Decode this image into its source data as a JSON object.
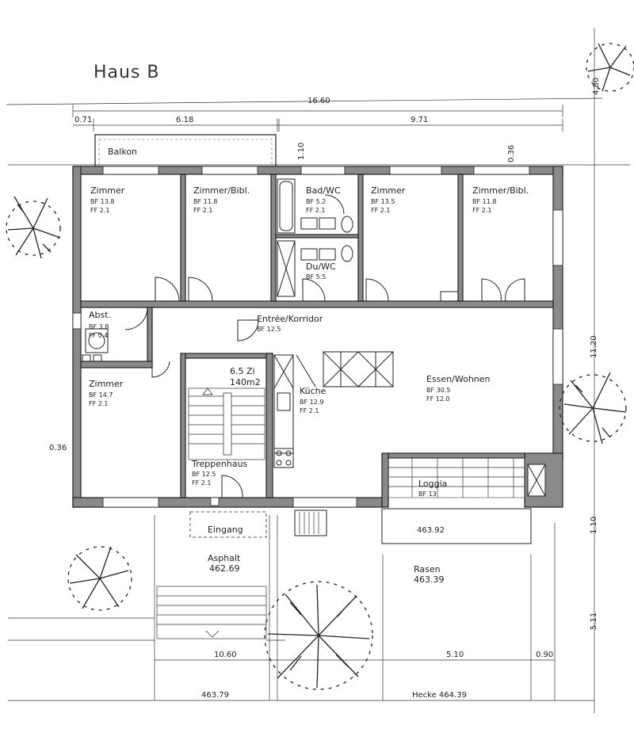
{
  "title": "Haus B",
  "dimensions": {
    "total_width": "16.60",
    "left_offset": "0.71",
    "left_width": "6.18",
    "right_width": "9.71",
    "right_top": "4.80",
    "wall_right": "0.36",
    "balcony_depth": "1.10",
    "right_depth": "11.20",
    "wall_left": "0.36",
    "front_depth": "1.10",
    "yard_depth": "5.11",
    "bottom_left": "10.60",
    "bottom_mid": "5.10",
    "bottom_right": "0.90"
  },
  "rooms": {
    "zimmer1": {
      "name": "Zimmer",
      "bf": "BF 13.8",
      "ff": "FF 2.1"
    },
    "zimmer_bibl1": {
      "name": "Zimmer/Bibl.",
      "bf": "BF 11.8",
      "ff": "FF 2.1"
    },
    "bad": {
      "name": "Bad/WC",
      "bf": "BF 5.2",
      "ff": "FF 2.1"
    },
    "du": {
      "name": "Du/WC",
      "bf": "BF 5.5"
    },
    "zimmer2": {
      "name": "Zimmer",
      "bf": "BF 13.5",
      "ff": "FF 2.1"
    },
    "zimmer_bibl2": {
      "name": "Zimmer/Bibl.",
      "bf": "BF 11.8",
      "ff": "FF 2.1"
    },
    "abst": {
      "name": "Abst.",
      "bf": "BF 3.8",
      "ff": "FF 0.4"
    },
    "entree": {
      "name": "Entrée/Korridor",
      "bf": "BF 12.5"
    },
    "zimmer3": {
      "name": "Zimmer",
      "bf": "BF 14.7",
      "ff": "FF 2.1"
    },
    "kueche": {
      "name": "Küche",
      "bf": "BF 12.9",
      "ff": "FF 2.1"
    },
    "essen": {
      "name": "Essen/Wohnen",
      "bf": "BF 30.5",
      "ff": "FF 12.0"
    },
    "treppenhaus": {
      "name": "Treppenhaus",
      "bf": "BF 12.5",
      "ff": "FF 2.1"
    },
    "loggia": {
      "name": "Loggia",
      "bf": "BF 13"
    }
  },
  "apartment_rooms": "6.5 Zi",
  "apartment_area": "140m2",
  "labels": {
    "balkon": "Balkon",
    "eingang": "Eingang",
    "asphalt": "Asphalt",
    "asphalt_level": "462.69",
    "rasen": "Rasen",
    "rasen_level": "463.39",
    "loggia_level": "463.92",
    "bottom_level": "463.79",
    "hecke": "Hecke 464.39"
  }
}
